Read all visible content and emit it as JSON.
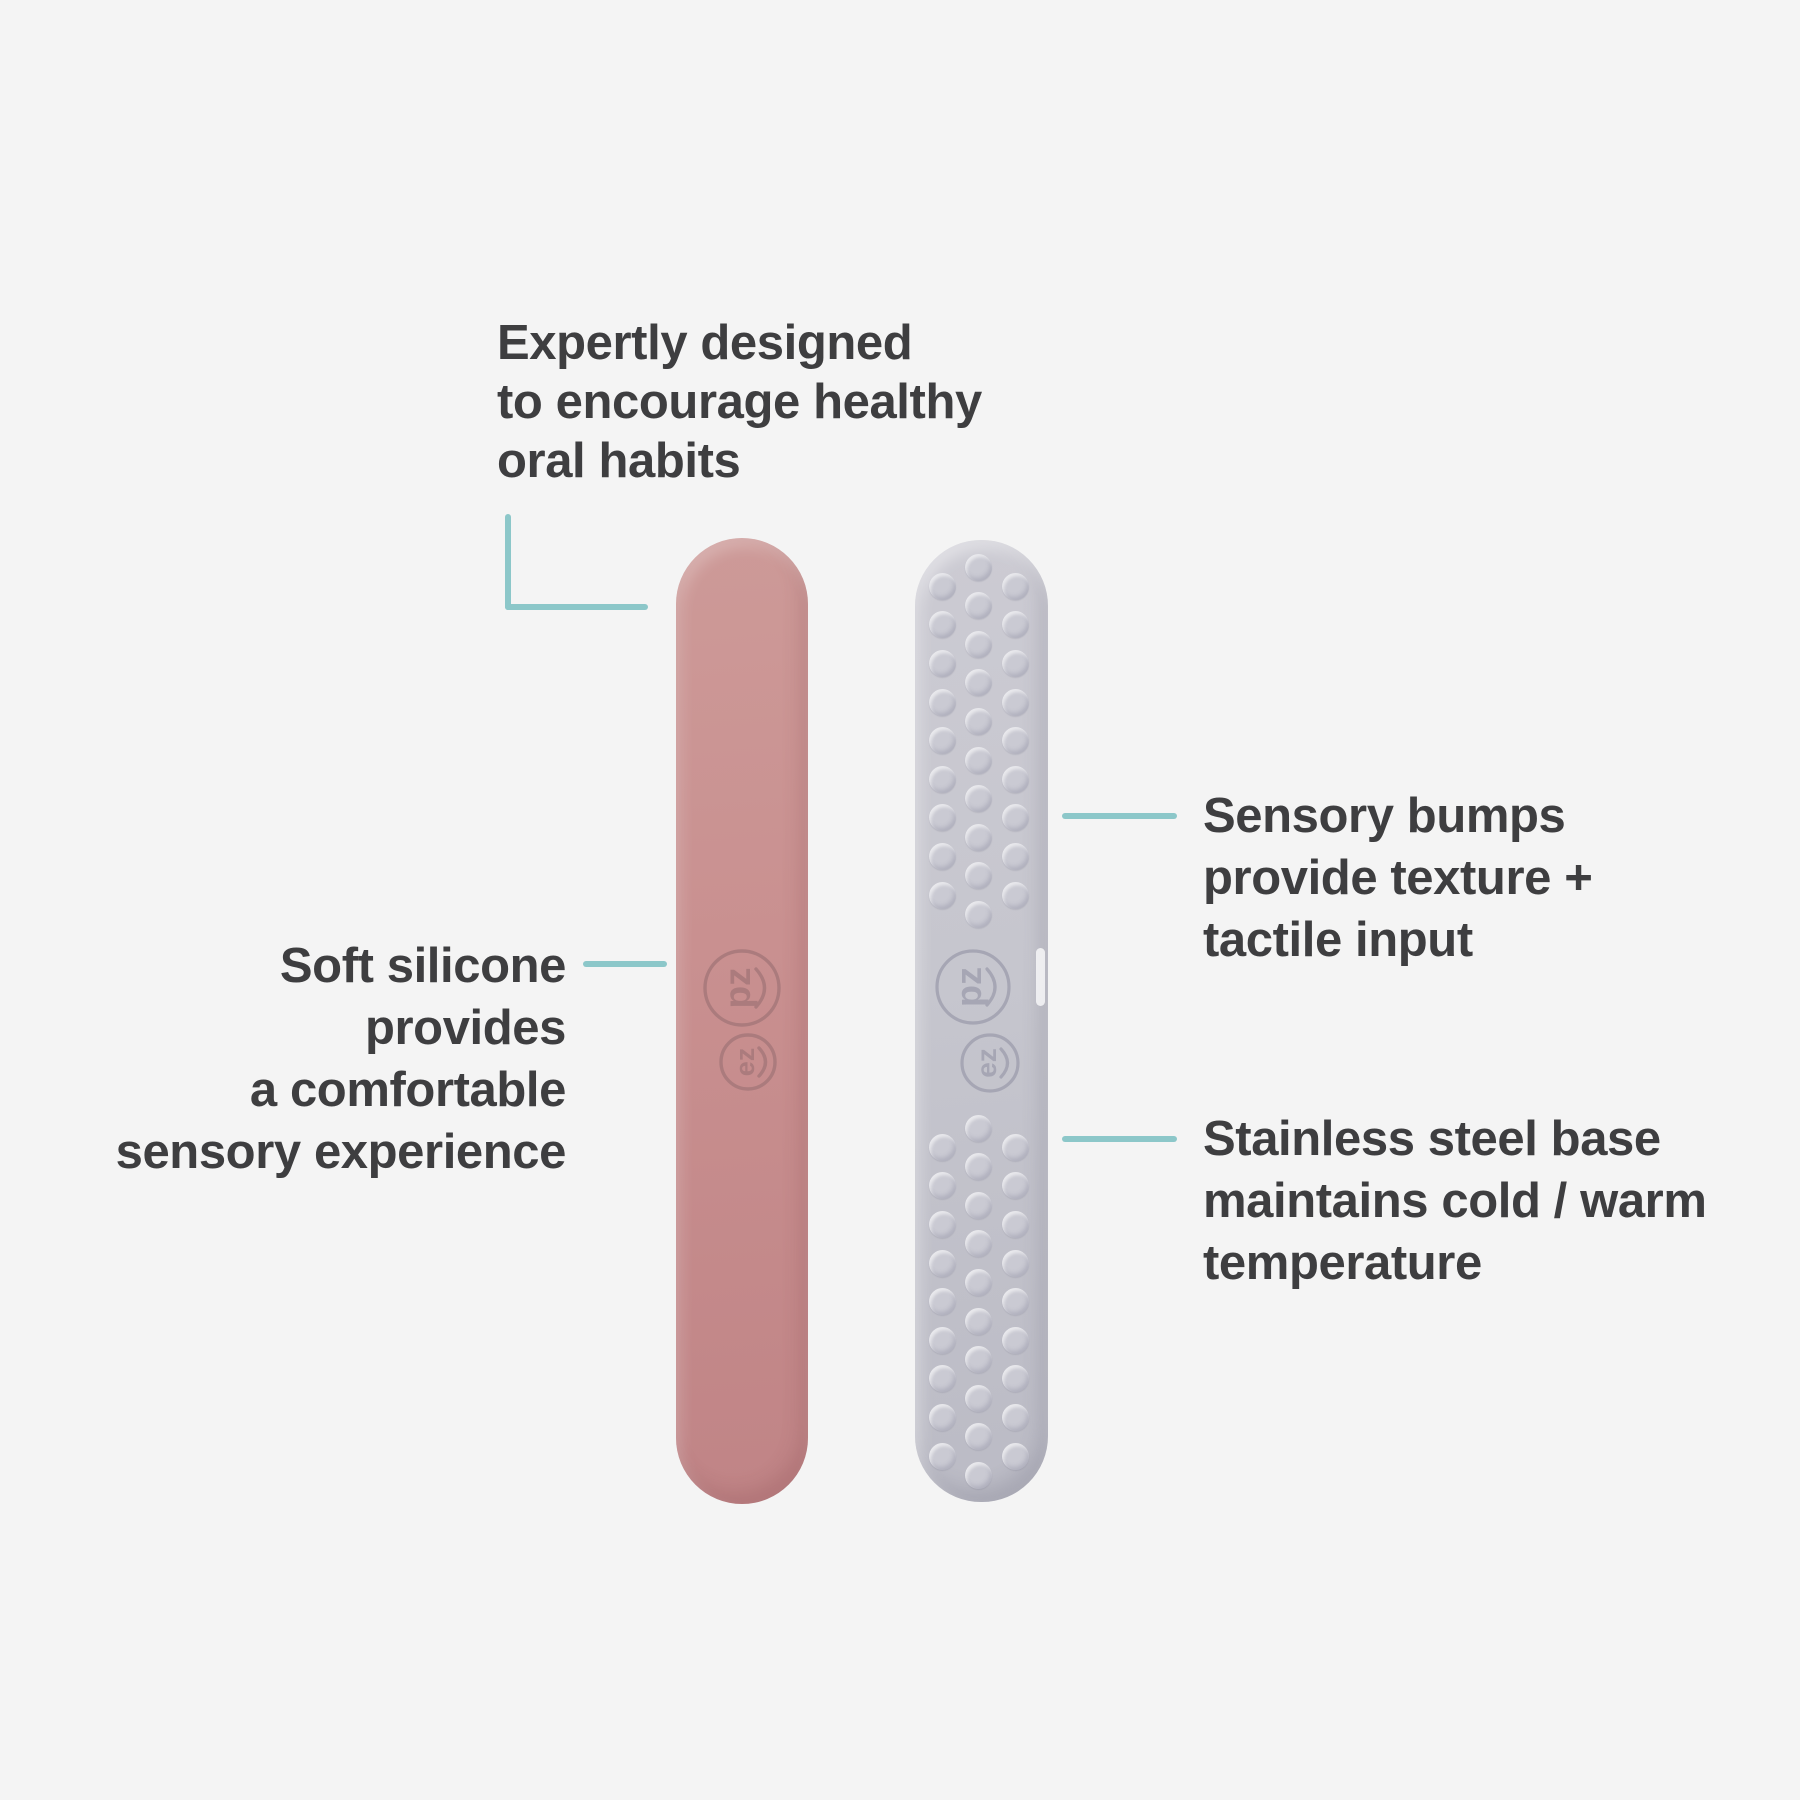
{
  "colors": {
    "background": "#f4f4f4",
    "text": "#3e3e40",
    "accent": "#8cc7c9",
    "stick_pink": "#c99090",
    "stick_pink_emboss": "#a87a7c",
    "stick_gray": "#c6c6ce",
    "stick_gray_emboss": "#a6a6b4"
  },
  "callouts": {
    "expert": {
      "lines": [
        "Expertly designed",
        "to encourage healthy",
        "oral habits"
      ]
    },
    "soft": {
      "lines": [
        "Soft silicone",
        "provides",
        "a comfortable",
        "sensory experience"
      ]
    },
    "bumps": {
      "lines": [
        "Sensory bumps",
        "provide texture +",
        "tactile input"
      ]
    },
    "steel": {
      "lines": [
        "Stainless steel base",
        "maintains cold / warm",
        "temperature"
      ]
    }
  },
  "logo": {
    "top_circle_text": "pz",
    "bottom_circle_text": "ez"
  }
}
